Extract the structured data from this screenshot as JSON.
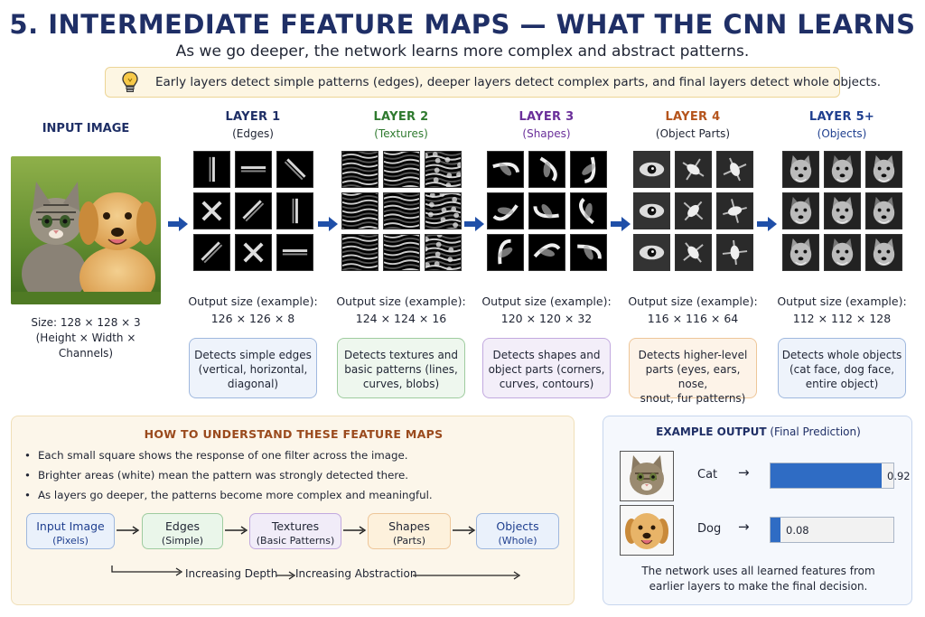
{
  "title": "5. INTERMEDIATE FEATURE MAPS — WHAT THE CNN LEARNS",
  "subtitle": "As we go deeper, the network learns more complex and abstract patterns.",
  "tip": "Early layers detect simple patterns (edges), deeper layers detect complex parts, and final layers detect whole objects.",
  "input": {
    "title": "INPUT IMAGE",
    "size_line1": "Size: 128 × 128 × 3",
    "size_line2": "(Height × Width × Channels)"
  },
  "layers": [
    {
      "title": "LAYER 1",
      "sub": "(Edges)",
      "color": "#1f2f66",
      "output_label": "Output size (example):",
      "output_size": "126 × 126 × 8",
      "desc_l1": "Detects simple edges",
      "desc_l2": "(vertical, horizontal,",
      "desc_l3": "diagonal)",
      "box_bg": "#eef3fb",
      "box_border": "#9fb8de"
    },
    {
      "title": "LAYER 2",
      "sub": "(Textures)",
      "color": "#2f7a2f",
      "output_label": "Output size (example):",
      "output_size": "124 × 124 × 16",
      "desc_l1": "Detects textures and",
      "desc_l2": "basic patterns (lines,",
      "desc_l3": "curves, blobs)",
      "box_bg": "#eef7ee",
      "box_border": "#9fcc9f"
    },
    {
      "title": "LAYER 3",
      "sub": "(Shapes)",
      "color": "#6a2f9a",
      "output_label": "Output size (example):",
      "output_size": "120 × 120 × 32",
      "desc_l1": "Detects shapes and",
      "desc_l2": "object parts (corners,",
      "desc_l3": "curves, contours)",
      "box_bg": "#f3eef9",
      "box_border": "#c2a9df"
    },
    {
      "title": "LAYER 4",
      "sub": "(Object Parts)",
      "color": "#b5541c",
      "output_label": "Output size (example):",
      "output_size": "116 × 116 × 64",
      "desc_l1": "Detects higher-level",
      "desc_l2": "parts (eyes, ears, nose,",
      "desc_l3": "snout, fur patterns)",
      "box_bg": "#fdf3e8",
      "box_border": "#eec699"
    },
    {
      "title": "LAYER 5+",
      "sub": "(Objects)",
      "color": "#1f3f8f",
      "output_label": "Output size (example):",
      "output_size": "112 × 112 × 128",
      "desc_l1": "Detects whole objects",
      "desc_l2": "(cat face, dog face,",
      "desc_l3": "entire object)",
      "box_bg": "#eef3fb",
      "box_border": "#9fb8de"
    }
  ],
  "howto": {
    "title": "HOW TO UNDERSTAND THESE FEATURE MAPS",
    "bullets": [
      "Each small square shows the response of one filter across the image.",
      "Brighter areas (white) mean the pattern was strongly detected there.",
      "As layers go deeper, the patterns become more complex and meaningful."
    ],
    "flow": [
      {
        "label": "Input Image",
        "sub": "(Pixels)",
        "bg": "#eaf1fb",
        "border": "#9fb8de",
        "color": "#1f3f8f"
      },
      {
        "label": "Edges",
        "sub": "(Simple)",
        "bg": "#eaf6ea",
        "border": "#9fcc9f",
        "color": "#1f2433"
      },
      {
        "label": "Textures",
        "sub": "(Basic Patterns)",
        "bg": "#f1ecf8",
        "border": "#c2a9df",
        "color": "#1f2433"
      },
      {
        "label": "Shapes",
        "sub": "(Parts)",
        "bg": "#fdf1dc",
        "border": "#eec699",
        "color": "#1f2433"
      },
      {
        "label": "Objects",
        "sub": "(Whole)",
        "bg": "#eaf1fb",
        "border": "#9fb8de",
        "color": "#1f3f8f"
      }
    ],
    "depth_label": "Increasing Depth",
    "abstraction_label": "Increasing Abstraction"
  },
  "example": {
    "title_main": "EXAMPLE OUTPUT",
    "title_sub": "(Final Prediction)",
    "predictions": [
      {
        "label": "Cat",
        "value": 0.92,
        "value_text": "0.92"
      },
      {
        "label": "Dog",
        "value": 0.08,
        "value_text": "0.08"
      }
    ],
    "caption_l1": "The network uses all learned features from",
    "caption_l2": "earlier layers to make the final decision."
  },
  "colors": {
    "title": "#1f2f66",
    "accent_blue": "#1f4fa8",
    "bar": "#2f6cc4"
  }
}
